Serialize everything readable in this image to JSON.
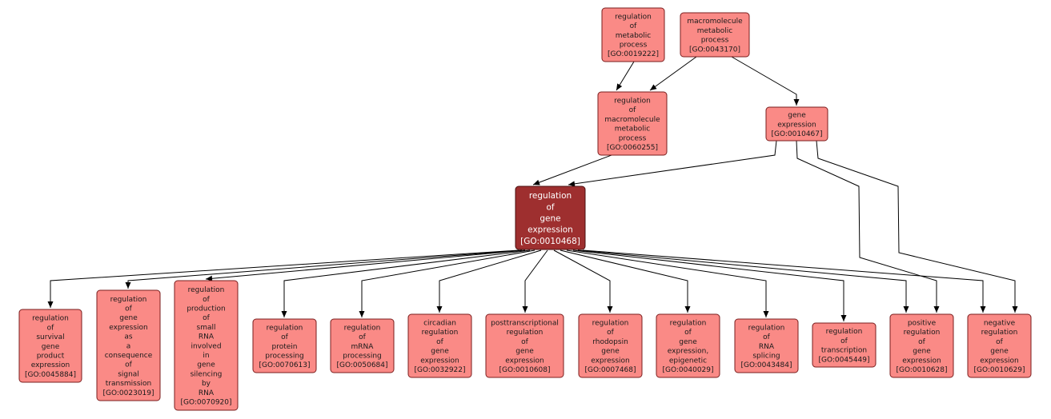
{
  "nodes": [
    {
      "id": "GO:0019222",
      "lines": [
        "regulation",
        "of",
        "metabolic",
        "process",
        "[GO:0019222]"
      ]
    },
    {
      "id": "GO:0043170",
      "lines": [
        "macromolecule",
        "metabolic",
        "process",
        "[GO:0043170]"
      ]
    },
    {
      "id": "GO:0060255",
      "lines": [
        "regulation",
        "of",
        "macromolecule",
        "metabolic",
        "process",
        "[GO:0060255]"
      ]
    },
    {
      "id": "GO:0010467",
      "lines": [
        "gene",
        "expression",
        "[GO:0010467]"
      ]
    },
    {
      "id": "GO:0010468",
      "lines": [
        "regulation",
        "of",
        "gene",
        "expression",
        "[GO:0010468]"
      ],
      "focus": true
    },
    {
      "id": "GO:0045884",
      "lines": [
        "regulation",
        "of",
        "survival",
        "gene",
        "product",
        "expression",
        "[GO:0045884]"
      ]
    },
    {
      "id": "GO:0023019",
      "lines": [
        "regulation",
        "of",
        "gene",
        "expression",
        "as",
        "a",
        "consequence",
        "of",
        "signal",
        "transmission",
        "[GO:0023019]"
      ]
    },
    {
      "id": "GO:0070920",
      "lines": [
        "regulation",
        "of",
        "production",
        "of",
        "small",
        "RNA",
        "involved",
        "in",
        "gene",
        "silencing",
        "by",
        "RNA",
        "[GO:0070920]"
      ]
    },
    {
      "id": "GO:0070613",
      "lines": [
        "regulation",
        "of",
        "protein",
        "processing",
        "[GO:0070613]"
      ]
    },
    {
      "id": "GO:0050684",
      "lines": [
        "regulation",
        "of",
        "mRNA",
        "processing",
        "[GO:0050684]"
      ]
    },
    {
      "id": "GO:0032922",
      "lines": [
        "circadian",
        "regulation",
        "of",
        "gene",
        "expression",
        "[GO:0032922]"
      ]
    },
    {
      "id": "GO:0010608",
      "lines": [
        "posttranscriptional",
        "regulation",
        "of",
        "gene",
        "expression",
        "[GO:0010608]"
      ]
    },
    {
      "id": "GO:0007468",
      "lines": [
        "regulation",
        "of",
        "rhodopsin",
        "gene",
        "expression",
        "[GO:0007468]"
      ]
    },
    {
      "id": "GO:0040029",
      "lines": [
        "regulation",
        "of",
        "gene",
        "expression,",
        "epigenetic",
        "[GO:0040029]"
      ]
    },
    {
      "id": "GO:0043484",
      "lines": [
        "regulation",
        "of",
        "RNA",
        "splicing",
        "[GO:0043484]"
      ]
    },
    {
      "id": "GO:0045449",
      "lines": [
        "regulation",
        "of",
        "transcription",
        "[GO:0045449]"
      ]
    },
    {
      "id": "GO:0010628",
      "lines": [
        "positive",
        "regulation",
        "of",
        "gene",
        "expression",
        "[GO:0010628]"
      ]
    },
    {
      "id": "GO:0010629",
      "lines": [
        "negative",
        "regulation",
        "of",
        "gene",
        "expression",
        "[GO:0010629]"
      ]
    }
  ],
  "edges": [
    {
      "from": "GO:0019222",
      "to": "GO:0060255"
    },
    {
      "from": "GO:0043170",
      "to": "GO:0060255"
    },
    {
      "from": "GO:0043170",
      "to": "GO:0010467"
    },
    {
      "from": "GO:0060255",
      "to": "GO:0010468"
    },
    {
      "from": "GO:0010467",
      "to": "GO:0010468"
    },
    {
      "from": "GO:0010467",
      "to": "GO:0010628"
    },
    {
      "from": "GO:0010467",
      "to": "GO:0010629"
    },
    {
      "from": "GO:0010468",
      "to": "GO:0045884"
    },
    {
      "from": "GO:0010468",
      "to": "GO:0023019"
    },
    {
      "from": "GO:0010468",
      "to": "GO:0070920"
    },
    {
      "from": "GO:0010468",
      "to": "GO:0070613"
    },
    {
      "from": "GO:0010468",
      "to": "GO:0050684"
    },
    {
      "from": "GO:0010468",
      "to": "GO:0032922"
    },
    {
      "from": "GO:0010468",
      "to": "GO:0010608"
    },
    {
      "from": "GO:0010468",
      "to": "GO:0007468"
    },
    {
      "from": "GO:0010468",
      "to": "GO:0040029"
    },
    {
      "from": "GO:0010468",
      "to": "GO:0043484"
    },
    {
      "from": "GO:0010468",
      "to": "GO:0045449"
    },
    {
      "from": "GO:0010468",
      "to": "GO:0010628"
    },
    {
      "from": "GO:0010468",
      "to": "GO:0010629"
    }
  ],
  "colors": {
    "node_fill": "#fa8a86",
    "focus_fill": "#9e2f2f",
    "edge": "#000000"
  }
}
